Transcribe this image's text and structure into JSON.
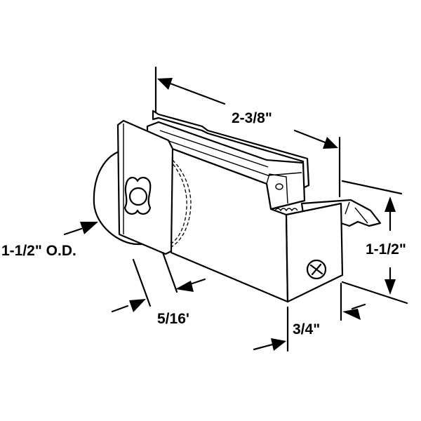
{
  "dimensions": {
    "length": "2-3/8\"",
    "height": "1-1/2\"",
    "width": "3/4\"",
    "wheel_diameter": "1-1/2\" O.D.",
    "wheel_thickness": "5/16'"
  }
}
